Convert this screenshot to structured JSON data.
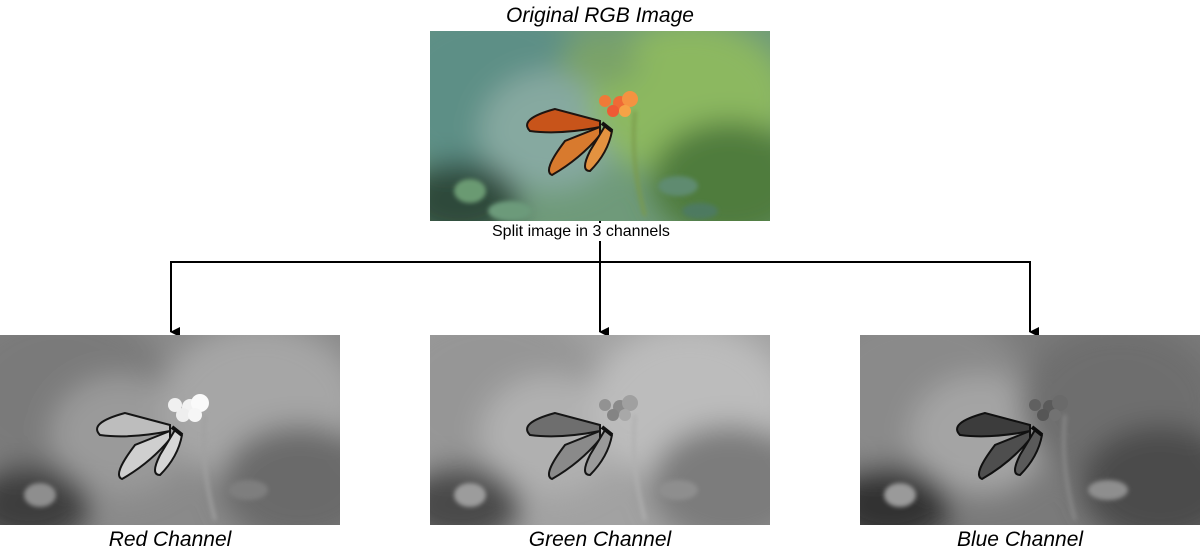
{
  "original": {
    "title": "Original RGB Image"
  },
  "split": {
    "label": "Split image in 3 channels"
  },
  "channels": [
    {
      "title": "Red Channel"
    },
    {
      "title": "Green Channel"
    },
    {
      "title": "Blue Channel"
    }
  ],
  "colors": {
    "line": "#000000",
    "background": "#ffffff"
  }
}
